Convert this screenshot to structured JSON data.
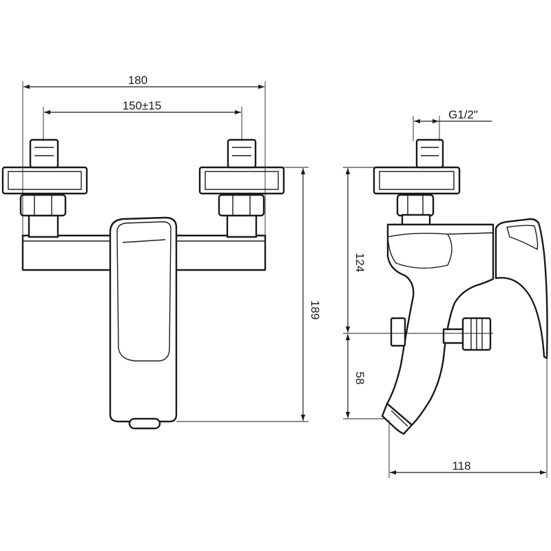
{
  "dimensions": {
    "overall_width": "180",
    "inlet_spacing": "150±15",
    "thread": "G1/2\"",
    "overall_height": "189",
    "height_to_top": "124",
    "height_to_spout": "58",
    "projection": "118"
  }
}
